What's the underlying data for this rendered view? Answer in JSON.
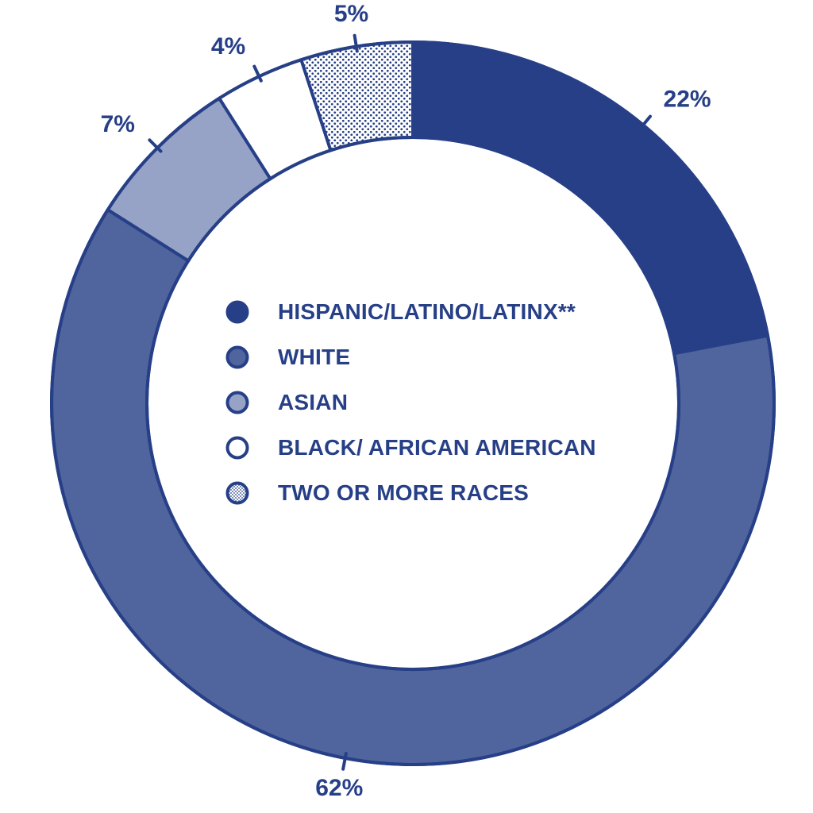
{
  "chart_data": {
    "type": "pie",
    "variant": "donut",
    "title": "",
    "categories": [
      "HISPANIC/LATINO/LATINX**",
      "WHITE",
      "ASIAN",
      "BLACK/ AFRICAN AMERICAN",
      "TWO OR MORE RACES"
    ],
    "values": [
      22,
      62,
      7,
      4,
      5
    ],
    "value_labels": [
      "22%",
      "62%",
      "7%",
      "4%",
      "5%"
    ],
    "fills": [
      "solid",
      "solid",
      "solid",
      "solid",
      "dotted"
    ],
    "colors": [
      "#263f87",
      "#50649e",
      "#96a2c6",
      "#ffffff",
      "#263f87"
    ],
    "legend_placement": "center"
  },
  "colors": {
    "outline": "#263f87",
    "text": "#263f87",
    "background": "#ffffff"
  }
}
